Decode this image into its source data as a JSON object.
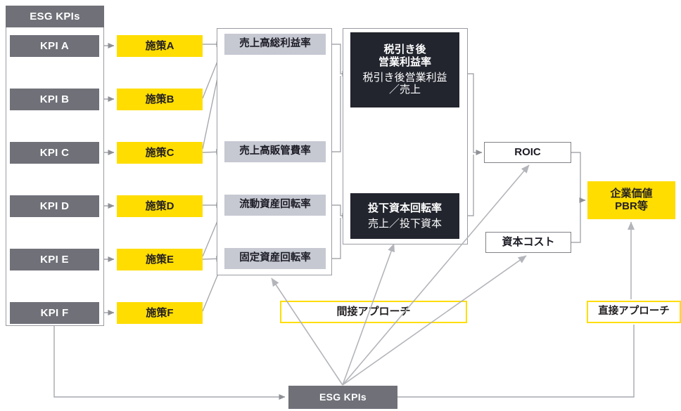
{
  "diagram": {
    "title_box": {
      "label": "ESG KPIs"
    },
    "kpi_items": [
      {
        "label": "KPI A"
      },
      {
        "label": "KPI B"
      },
      {
        "label": "KPI C"
      },
      {
        "label": "KPI D"
      },
      {
        "label": "KPI E"
      },
      {
        "label": "KPI F"
      }
    ],
    "measure_items": [
      {
        "label": "施策A"
      },
      {
        "label": "施策B"
      },
      {
        "label": "施策C"
      },
      {
        "label": "施策D"
      },
      {
        "label": "施策E"
      },
      {
        "label": "施策F"
      }
    ],
    "ratio_items": [
      {
        "label": "売上高総利益率"
      },
      {
        "label": "売上高販管費率"
      },
      {
        "label": "流動資産回転率"
      },
      {
        "label": "固定資産回転率"
      }
    ],
    "driver_items": [
      {
        "title": "税引き後",
        "title2": "営業利益率",
        "formula": "税引き後営業利益",
        "formula2": "／売上"
      },
      {
        "title": "投下資本回転率",
        "title2": "",
        "formula": "売上／投下資本",
        "formula2": ""
      }
    ],
    "roic_box": {
      "label": "ROIC"
    },
    "cost_box": {
      "label": "資本コスト"
    },
    "value_box": {
      "line1": "企業価値",
      "line2": "PBR等"
    },
    "indirect_box": {
      "label": "間接アプローチ"
    },
    "direct_box": {
      "label": "直接アプローチ"
    },
    "bottom_box": {
      "label": "ESG KPIs"
    }
  },
  "colors": {
    "gray": "#6f7078",
    "yellow": "#ffdd00",
    "ratio_gray": "#c6c8d2",
    "dark": "#22252e",
    "line": "#a6a8ad",
    "border": "#9a9ca3"
  }
}
